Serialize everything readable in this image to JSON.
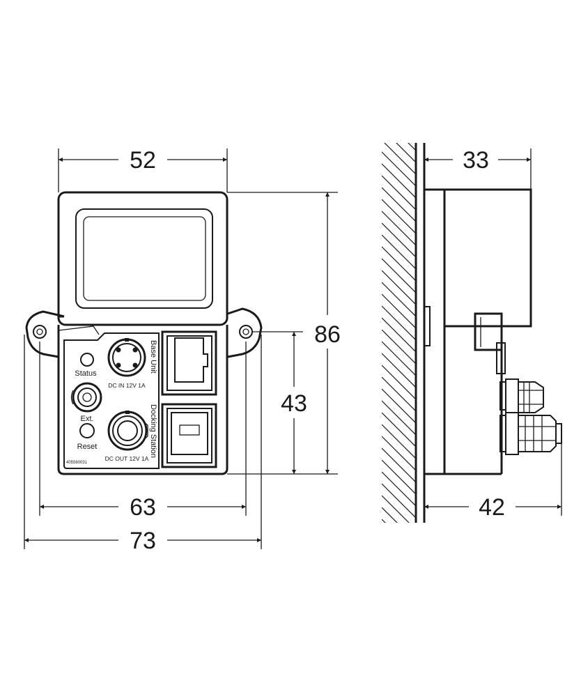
{
  "front_view": {
    "labels": {
      "status": "Status",
      "ext": "Ext.",
      "reset": "Reset",
      "base_unit": "Base Unit",
      "docking_station": "Docking Station",
      "dc_in": "DC IN 12V 1A",
      "dc_out": "DC OUT 12V 1A",
      "part_number": "405560031"
    },
    "dimensions": {
      "width_top": "52",
      "height_total": "86",
      "height_connector": "43",
      "width_mounting_holes": "63",
      "width_total": "73"
    }
  },
  "side_view": {
    "dimensions": {
      "depth_body": "33",
      "depth_total": "42"
    }
  }
}
